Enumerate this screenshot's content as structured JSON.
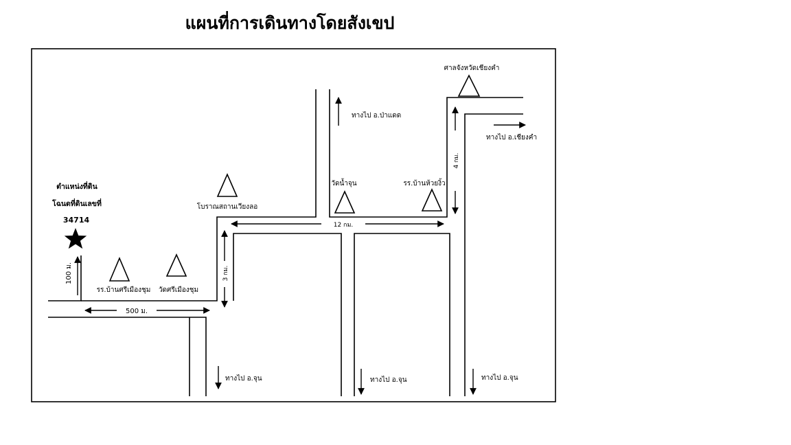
{
  "title": "แผนที่การเดินทางโดยสังเขป",
  "parcel": {
    "line1": "ตำแหน่งที่ดิน",
    "line2": "โฉนดที่ดินเลขที่",
    "number": "34714",
    "marker": "star-icon"
  },
  "landmarks": {
    "school_sri": "รร.บ้านศรีเมืองชุม",
    "temple_sri": "วัดศรีเมืองชุม",
    "ancient_site": "โบราณสถานเวียงลอ",
    "temple_namjun": "วัดน้ำจุน",
    "school_huai": "รร.บ้านห้วยงิ้ว",
    "shrine": "ศาลจังหวัดเชียงคำ"
  },
  "distances": {
    "d100": "100 ม.",
    "d500": "500 ม.",
    "d3km": "3 กม.",
    "d12km": "12 กม.",
    "d4km": "4 กม."
  },
  "directions": {
    "to_pakaet": "ทางไป อ.ป่าแดด",
    "to_chiangkham": "ทางไป อ.เชียงคำ",
    "to_chun_1": "ทางไป อ.จุน",
    "to_chun_2": "ทางไป อ.จุน",
    "to_chun_3": "ทางไป อ.จุน"
  },
  "icons": {
    "landmark": "triangle-icon",
    "parcel": "star-icon",
    "direction": "arrow-icon"
  }
}
